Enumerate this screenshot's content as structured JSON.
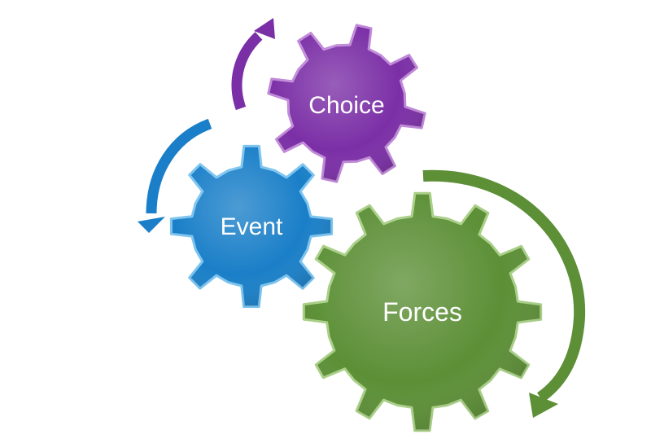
{
  "diagram": {
    "gears": [
      {
        "id": "choice",
        "label": "Choice",
        "color": "#7b2fa6",
        "edge": "#c08ad8"
      },
      {
        "id": "event",
        "label": "Event",
        "color": "#1a7fc8",
        "edge": "#7cc4ef"
      },
      {
        "id": "forces",
        "label": "Forces",
        "color": "#5c8f36",
        "edge": "#a9cf87"
      }
    ],
    "arrows": [
      {
        "id": "choice-arrow",
        "color": "#7b2fa6"
      },
      {
        "id": "event-arrow",
        "color": "#1a7fc8"
      },
      {
        "id": "forces-arrow",
        "color": "#5c8f36"
      }
    ]
  }
}
